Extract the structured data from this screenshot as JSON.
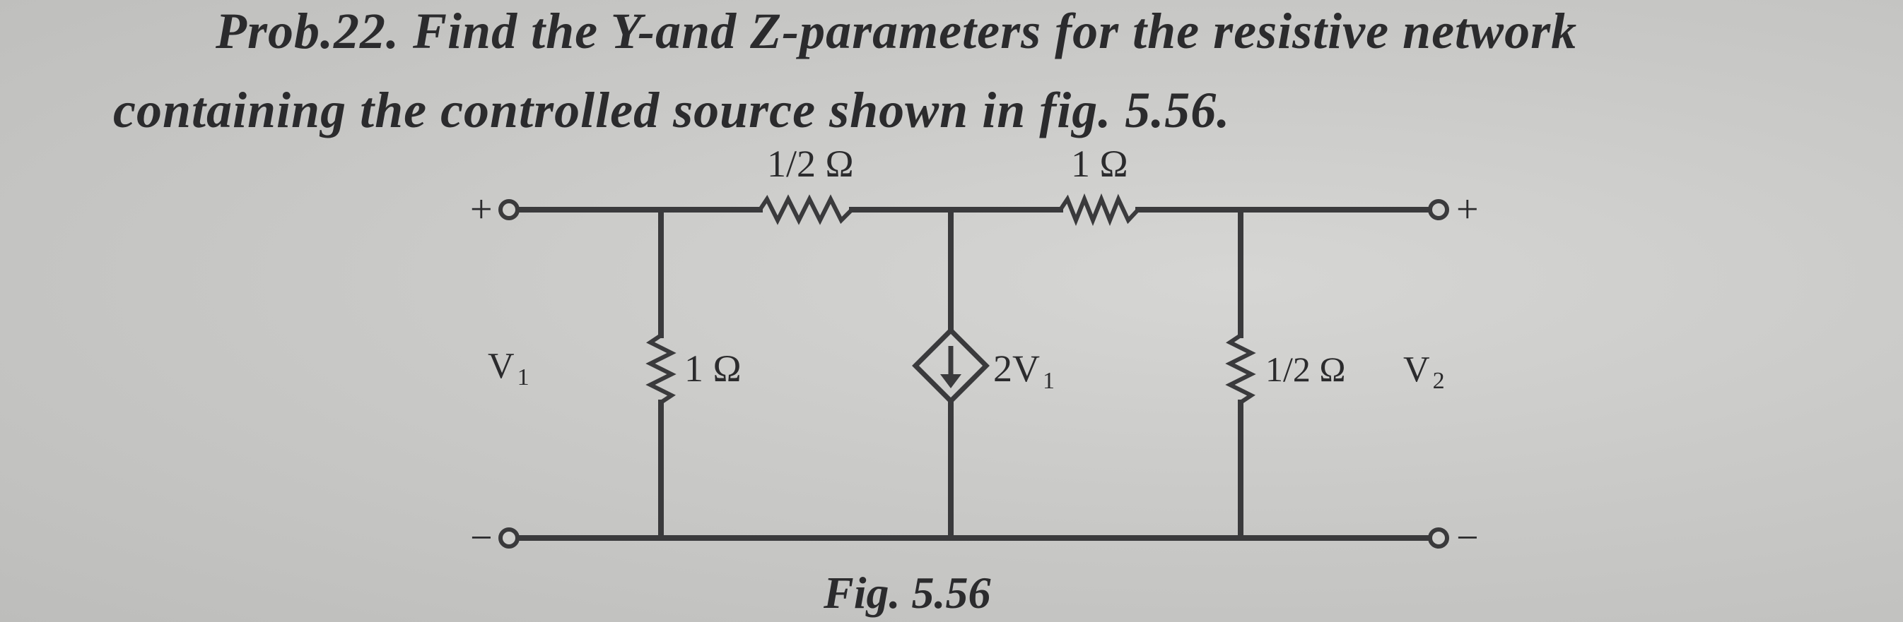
{
  "problem": {
    "line1": "Prob.22. Find the Y-and Z-parameters for the resistive network",
    "line2": "containing the controlled source shown in fig. 5.56."
  },
  "circuit": {
    "r_series_left": "1/2 Ω",
    "r_series_right": "1 Ω",
    "r_shunt_left": "1 Ω",
    "r_shunt_right": "1/2 Ω",
    "source_label": "2V",
    "source_subscript": "1",
    "port1_voltage": "V",
    "port1_subscript": "1",
    "port2_voltage": "V",
    "port2_subscript": "2",
    "plus_sign": "+",
    "minus_sign": "−"
  },
  "caption": "Fig. 5.56"
}
